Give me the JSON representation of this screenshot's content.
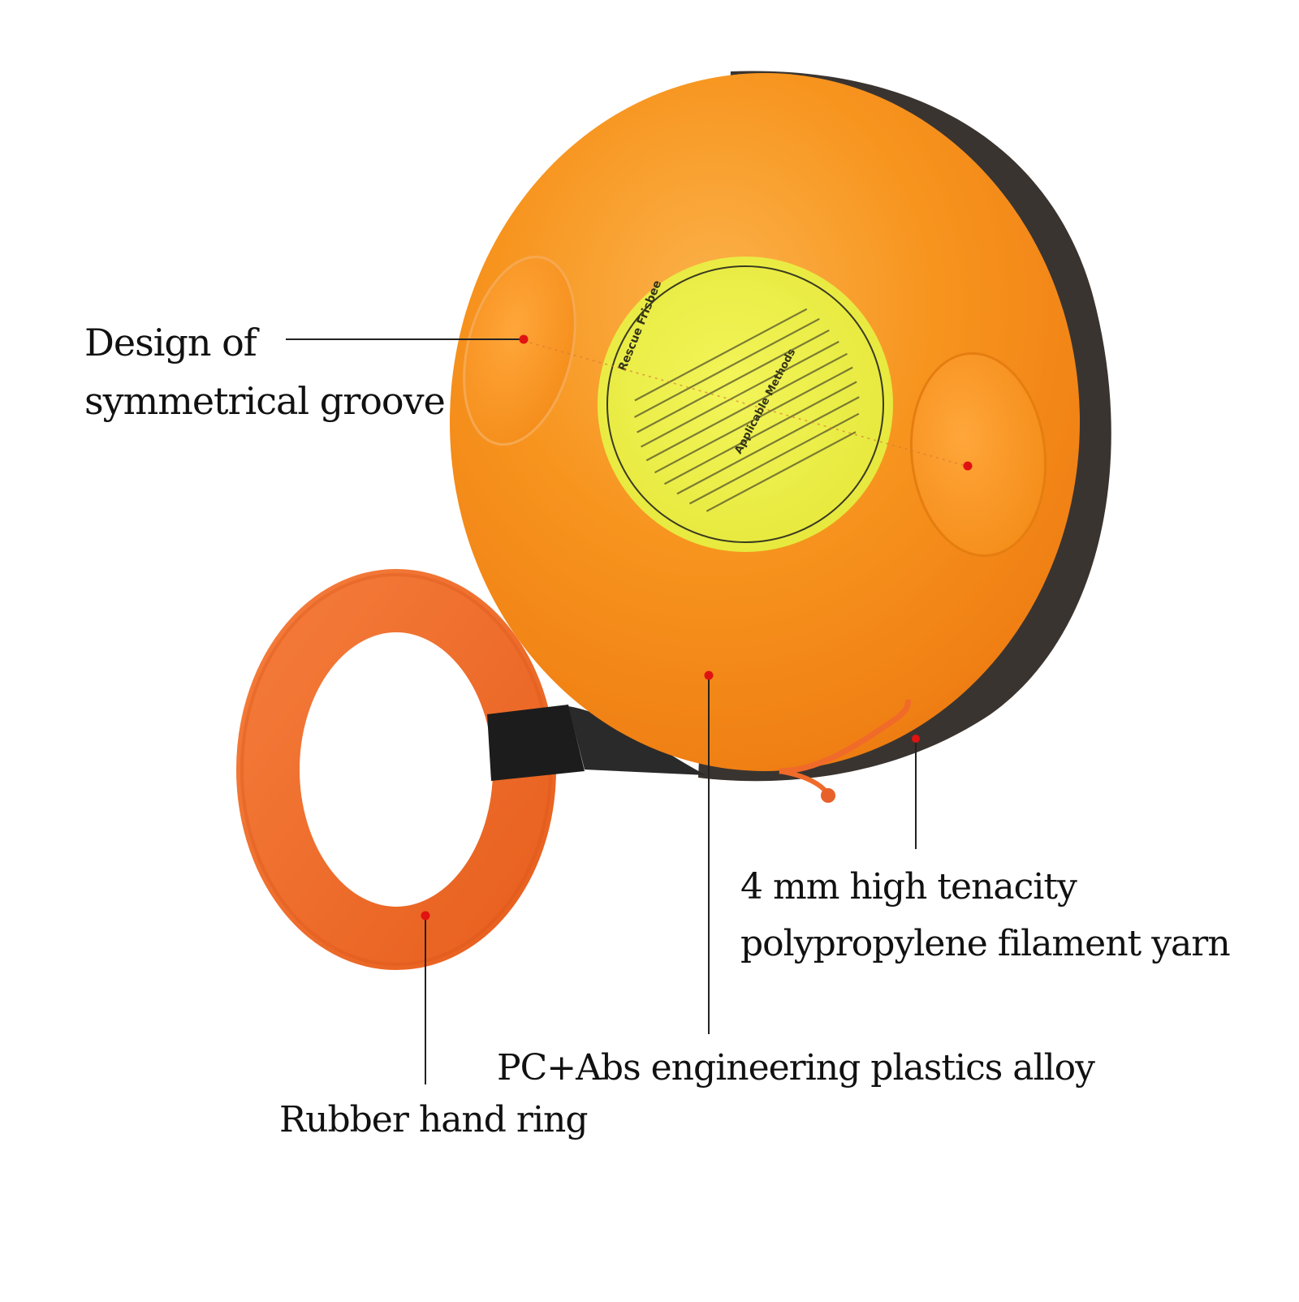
{
  "image": {
    "subject": "orange rescue throw disc with rubber hand ring",
    "background_color": "#ffffff",
    "disc_color": "#f7931e",
    "ring_color": "#ef6a2a",
    "label_color": "#eef04a",
    "marker_color": "#e01212"
  },
  "sticker": {
    "title": "Rescue Frisbee",
    "section_heading": "Applicable Methods"
  },
  "callouts": {
    "groove": {
      "line1": "Design of",
      "line2": "symmetrical groove"
    },
    "yarn": {
      "line1": "4 mm high tenacity",
      "line2": "polypropylene filament yarn"
    },
    "shell": {
      "line1": "PC+Abs engineering plastics alloy"
    },
    "ring": {
      "line1": "Rubber hand ring"
    }
  }
}
